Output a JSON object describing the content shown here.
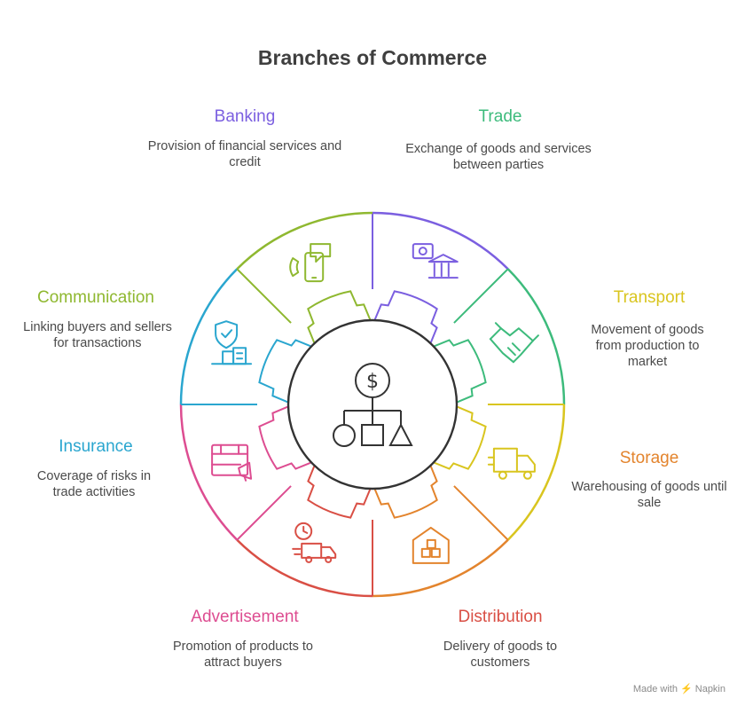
{
  "title": "Branches of Commerce",
  "branches": [
    {
      "key": "banking",
      "label": "Banking",
      "description": "Provision of financial services and credit",
      "color": "#7b5fe0",
      "icon": "bank-money-icon"
    },
    {
      "key": "trade",
      "label": "Trade",
      "description": "Exchange of goods and services between parties",
      "color": "#3dbb7c",
      "icon": "handshake-icon"
    },
    {
      "key": "transport",
      "label": "Transport",
      "description": "Movement of goods from production to market",
      "color": "#d9c51f",
      "icon": "truck-icon"
    },
    {
      "key": "storage",
      "label": "Storage",
      "description": "Warehousing of goods until sale",
      "color": "#e3842d",
      "icon": "warehouse-icon"
    },
    {
      "key": "distribution",
      "label": "Distribution",
      "description": "Delivery of goods to customers",
      "color": "#d94f45",
      "icon": "delivery-truck-clock-icon"
    },
    {
      "key": "advertisement",
      "label": "Advertisement",
      "description": "Promotion of products to attract buyers",
      "color": "#dd4d91",
      "icon": "calendar-megaphone-icon"
    },
    {
      "key": "insurance",
      "label": "Insurance",
      "description": "Coverage of risks in trade activities",
      "color": "#2aa6cf",
      "icon": "shield-buildings-icon"
    },
    {
      "key": "communication",
      "label": "Communication",
      "description": "Linking buyers and sellers for transactions",
      "color": "#8fb830",
      "icon": "phone-chat-icon"
    }
  ],
  "center_icon": "commerce-hierarchy-icon",
  "watermark": "Made with ⚡ Napkin"
}
